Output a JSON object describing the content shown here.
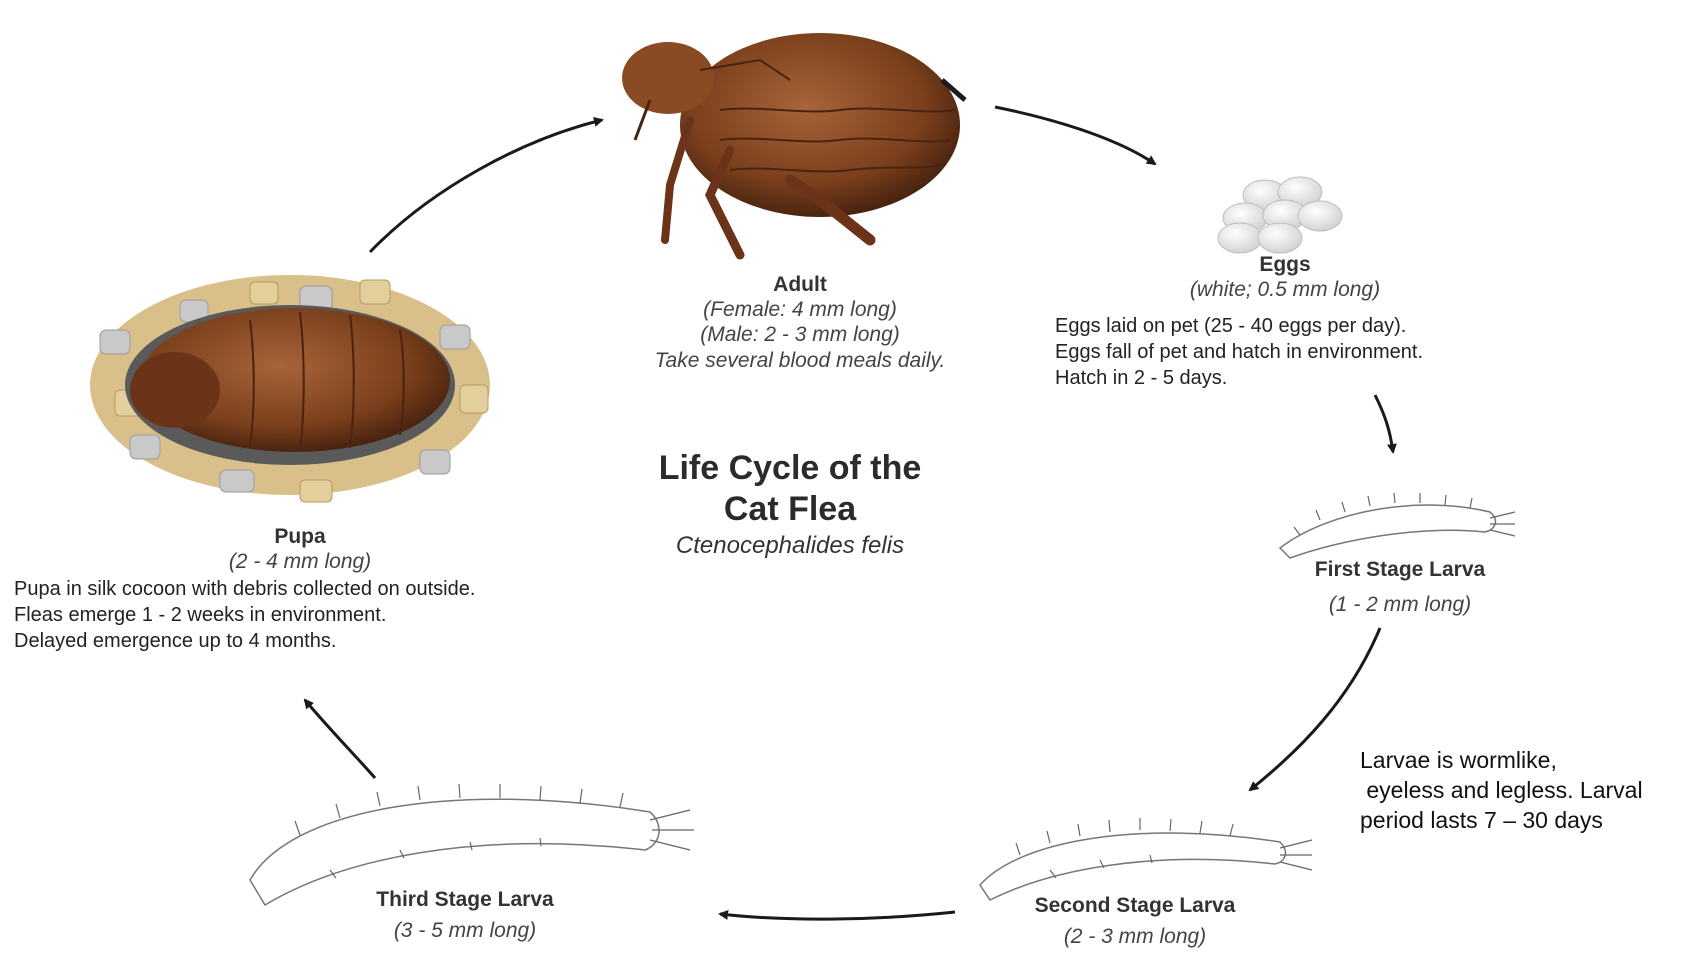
{
  "title_lines": [
    "Life Cycle of the",
    "Cat Flea"
  ],
  "subtitle": "Ctenocephalides felis",
  "stages": {
    "adult": {
      "name": "Adult",
      "details": [
        "(Female: 4 mm long)",
        "(Male: 2 - 3 mm long)",
        "Take several blood meals daily."
      ]
    },
    "eggs": {
      "name": "Eggs",
      "size": "(white; 0.5 mm long)",
      "details": [
        "Eggs laid on pet (25 - 40 eggs per day).",
        "Eggs fall of pet and hatch in environment.",
        "Hatch in 2 - 5 days."
      ]
    },
    "first_larva": {
      "name": "First Stage Larva",
      "size": "(1 - 2 mm long)"
    },
    "second_larva": {
      "name": "Second Stage Larva",
      "size": "(2 - 3 mm long)"
    },
    "third_larva": {
      "name": "Third Stage Larva",
      "size": "(3 - 5 mm long)"
    },
    "pupa": {
      "name": "Pupa",
      "size": "(2 - 4 mm long)",
      "details": [
        "Pupa in silk cocoon with debris collected on outside.",
        "Fleas emerge 1 - 2 weeks in environment.",
        "Delayed emergence up to 4 months."
      ]
    }
  },
  "larvae_note": [
    "Larvae is wormlike,",
    " eyeless and legless. Larval",
    "period lasts 7 – 30 days"
  ],
  "colors": {
    "flea_body": "#7a3f1c",
    "flea_dark": "#4a2410",
    "debris_tan": "#d9c08a",
    "debris_gray": "#c9c9c9",
    "egg": "#e8e8e8",
    "arrow": "#1a1a1a"
  }
}
